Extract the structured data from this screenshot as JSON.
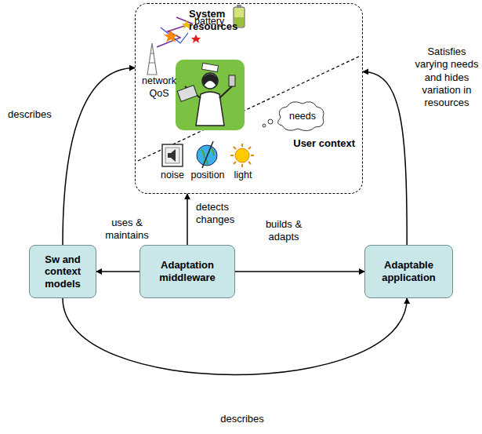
{
  "diagram": {
    "nodes": [
      {
        "text": [
          "System resources",
          "User context"
        ]
      },
      {
        "text": [
          "Sw and context models"
        ]
      },
      {
        "text": [
          "Adaptation middleware"
        ]
      },
      {
        "text": [
          "Adaptable application"
        ]
      }
    ],
    "edges": [
      {
        "from": 1,
        "to": 0,
        "label": "describes",
        "arrow": "to"
      },
      {
        "from": 2,
        "to": 1,
        "label": "uses & maintains",
        "arrow": "to"
      },
      {
        "from": 2,
        "to": 0,
        "label": "detects changes",
        "arrow": "to"
      },
      {
        "from": 2,
        "to": 3,
        "label": "builds & adapts",
        "arrow": "to"
      },
      {
        "from": 3,
        "to": 0,
        "label": "Satisfies varying needs and hides variation in resources",
        "arrow": "to"
      },
      {
        "from": 1,
        "to": 3,
        "label": "describes",
        "arrow": "to"
      }
    ],
    "labels": [
      "battery",
      "network QoS",
      "needs",
      "noise",
      "position",
      "light"
    ]
  }
}
